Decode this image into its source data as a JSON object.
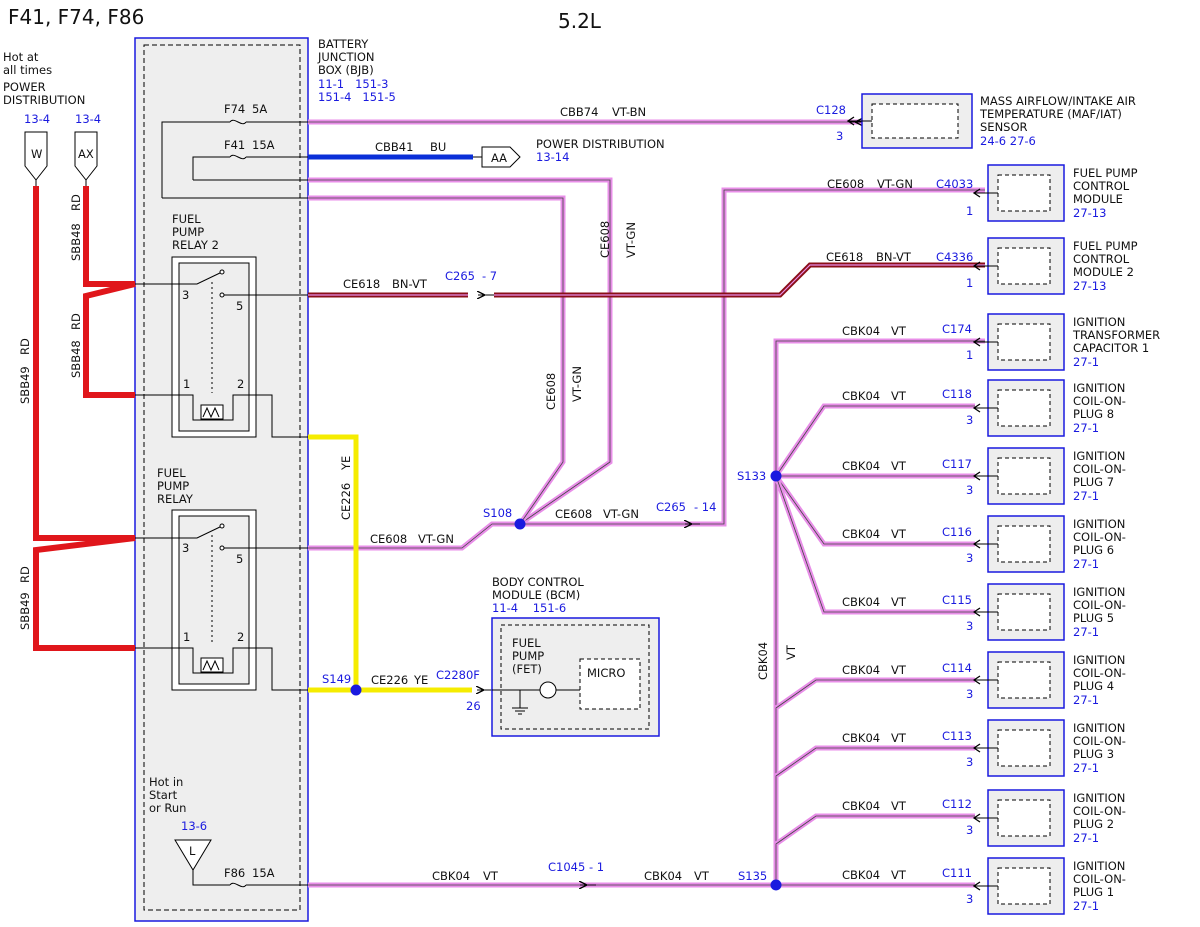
{
  "header": {
    "fuses": "F41, F74, F86",
    "engine": "5.2L"
  },
  "colors": {
    "pink": "#e88ee8",
    "red": "#e0161b",
    "yellow": "#f5ec00",
    "blue": "#0a2fd8",
    "darkred": "#8a0f18",
    "frame_blue": "#1a1adf",
    "text_blue": "#1a1adf",
    "box_fill": "#eeeeee"
  },
  "power": {
    "hot_at_all_times": [
      "Hot at",
      "all times"
    ],
    "power_distribution": [
      "POWER",
      "DISTRIBUTION"
    ],
    "w_ref": "13-4",
    "w_label": "W",
    "ax_ref": "13-4",
    "ax_label": "AX",
    "hot_in_start": [
      "Hot in",
      "Start",
      "or Run"
    ],
    "l_ref": "13-6",
    "l_label": "L"
  },
  "bjb": {
    "title": [
      "BATTERY",
      "JUNCTION",
      "BOX (BJB)"
    ],
    "refs": [
      "11-1   151-3",
      "151-4   151-5"
    ]
  },
  "fuses": {
    "f74": "F74",
    "f74_amp": "5A",
    "f41": "F41",
    "f41_amp": "15A",
    "f86": "F86",
    "f86_amp": "15A"
  },
  "relays": {
    "relay2": [
      "FUEL",
      "PUMP",
      "RELAY 2"
    ],
    "relay1": [
      "FUEL",
      "PUMP",
      "RELAY"
    ],
    "pins": {
      "p3": "3",
      "p5": "5",
      "p1": "1",
      "p2": "2"
    }
  },
  "wires": {
    "rd": "RD",
    "sbb48": "SBB48",
    "sbb49": "SBB49",
    "cbb74": "CBB74",
    "vt_bn": "VT-BN",
    "cbb41": "CBB41",
    "bu": "BU",
    "ce608": "CE608",
    "vt_gn": "VT-GN",
    "ce618": "CE618",
    "bn_vt": "BN-VT",
    "ce226": "CE226",
    "ye": "YE",
    "cbk04": "CBK04",
    "vt": "VT"
  },
  "connectors": {
    "c128": "C128",
    "c128_pin": "3",
    "c4033": "C4033",
    "c4033_pin": "1",
    "c4336": "C4336",
    "c4336_pin": "1",
    "c265_7": "C265",
    "c265_7_pin": "- 7",
    "c265_14": "C265",
    "c265_14_pin": "- 14",
    "c2280f": "C2280F",
    "c2280f_pin": "26",
    "c1045": "C1045 - 1",
    "aa": "AA"
  },
  "splices": {
    "s108": "S108",
    "s149": "S149",
    "s133": "S133",
    "s135": "S135"
  },
  "power_dist_aa": {
    "label": "POWER DISTRIBUTION",
    "ref": "13-14"
  },
  "bcm": {
    "title": [
      "BODY CONTROL",
      "MODULE (BCM)"
    ],
    "refs": "11-4    151-6",
    "fet": [
      "FUEL",
      "PUMP",
      "(FET)"
    ],
    "micro": "MICRO"
  },
  "components": [
    {
      "lines": [
        "MASS AIRFLOW/INTAKE AIR",
        "TEMPERATURE (MAF/IAT)",
        "SENSOR"
      ],
      "ref": "24-6    27-6"
    },
    {
      "lines": [
        "FUEL PUMP",
        "CONTROL",
        "MODULE"
      ],
      "ref": "27-13"
    },
    {
      "lines": [
        "FUEL PUMP",
        "CONTROL",
        "MODULE 2"
      ],
      "ref": "27-13"
    },
    {
      "lines": [
        "IGNITION",
        "TRANSFORMER",
        "CAPACITOR 1"
      ],
      "ref": "27-1"
    },
    {
      "lines": [
        "IGNITION",
        "COIL-ON-",
        "PLUG 8"
      ],
      "ref": "27-1"
    },
    {
      "lines": [
        "IGNITION",
        "COIL-ON-",
        "PLUG 7"
      ],
      "ref": "27-1"
    },
    {
      "lines": [
        "IGNITION",
        "COIL-ON-",
        "PLUG 6"
      ],
      "ref": "27-1"
    },
    {
      "lines": [
        "IGNITION",
        "COIL-ON-",
        "PLUG 5"
      ],
      "ref": "27-1"
    },
    {
      "lines": [
        "IGNITION",
        "COIL-ON-",
        "PLUG 4"
      ],
      "ref": "27-1"
    },
    {
      "lines": [
        "IGNITION",
        "COIL-ON-",
        "PLUG 3"
      ],
      "ref": "27-1"
    },
    {
      "lines": [
        "IGNITION",
        "COIL-ON-",
        "PLUG 2"
      ],
      "ref": "27-1"
    },
    {
      "lines": [
        "IGNITION",
        "COIL-ON-",
        "PLUG 1"
      ],
      "ref": "27-1"
    }
  ],
  "ignition_conns": [
    {
      "conn": "C174",
      "pin": "1"
    },
    {
      "conn": "C118",
      "pin": "3"
    },
    {
      "conn": "C117",
      "pin": "3"
    },
    {
      "conn": "C116",
      "pin": "3"
    },
    {
      "conn": "C115",
      "pin": "3"
    },
    {
      "conn": "C114",
      "pin": "3"
    },
    {
      "conn": "C113",
      "pin": "3"
    },
    {
      "conn": "C112",
      "pin": "3"
    },
    {
      "conn": "C111",
      "pin": "3"
    }
  ]
}
